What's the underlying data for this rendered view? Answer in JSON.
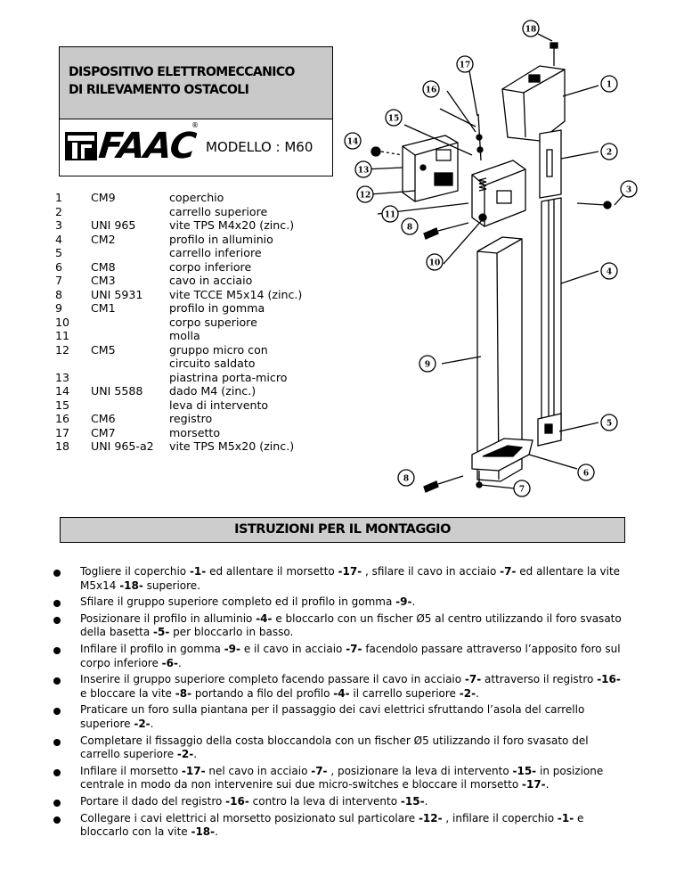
{
  "header": {
    "title_line1": "DISPOSITIVO ELETTROMECCANICO",
    "title_line2": "DI RILEVAMENTO OSTACOLI",
    "brand": "FAAC",
    "registered": "®",
    "model": "MODELLO : M60"
  },
  "parts": [
    {
      "n": "1",
      "code": "CM9",
      "desc": "coperchio"
    },
    {
      "n": "2",
      "code": "",
      "desc": "carrello superiore"
    },
    {
      "n": "3",
      "code": "UNI 965",
      "desc": "vite TPS M4x20 (zinc.)"
    },
    {
      "n": "4",
      "code": "CM2",
      "desc": "profilo in alluminio"
    },
    {
      "n": "5",
      "code": "",
      "desc": "carrello inferiore"
    },
    {
      "n": "6",
      "code": "CM8",
      "desc": "corpo inferiore"
    },
    {
      "n": "7",
      "code": "CM3",
      "desc": "cavo in acciaio"
    },
    {
      "n": "8",
      "code": "UNI 5931",
      "desc": "vite TCCE M5x14 (zinc.)"
    },
    {
      "n": "9",
      "code": "CM1",
      "desc": "profilo in gomma"
    },
    {
      "n": "10",
      "code": "",
      "desc": "corpo superiore"
    },
    {
      "n": "11",
      "code": "",
      "desc": "molla"
    },
    {
      "n": "12",
      "code": "CM5",
      "desc": "gruppo micro con"
    },
    {
      "n": "",
      "code": "",
      "desc": "circuito saldato"
    },
    {
      "n": "13",
      "code": "",
      "desc": "piastrina porta-micro"
    },
    {
      "n": "14",
      "code": "UNI 5588",
      "desc": "dado M4 (zinc.)"
    },
    {
      "n": "15",
      "code": "",
      "desc": "leva di intervento"
    },
    {
      "n": "16",
      "code": "CM6",
      "desc": "registro"
    },
    {
      "n": "17",
      "code": "CM7",
      "desc": "morsetto"
    },
    {
      "n": "18",
      "code": "UNI 965-a2",
      "desc": "vite TPS M5x20 (zinc.)"
    }
  ],
  "diagram": {
    "callouts": [
      "1",
      "2",
      "3",
      "4",
      "5",
      "6",
      "7",
      "8",
      "9",
      "10",
      "11",
      "12",
      "13",
      "14",
      "15",
      "16",
      "17",
      "18",
      "8"
    ]
  },
  "section_title": "ISTRUZIONI PER IL MONTAGGIO",
  "steps": [
    "Togliere il coperchio -1- ed allentare il morsetto -17- , sfilare il cavo in acciaio -7- ed allentare la vite M5x14 -18- superiore.",
    "Sfilare il gruppo superiore completo ed il profilo in gomma -9-.",
    "Posizionare il profilo in alluminio -4- e bloccarlo con un fischer Ø5 al centro utilizzando il foro svasato della basetta -5- per bloccarlo in basso.",
    "Infilare il profilo in gomma -9- e il cavo in acciaio -7- facendolo passare attraverso l’apposito foro sul corpo inferiore -6-.",
    "Inserire il gruppo superiore completo facendo passare il cavo in acciaio -7- attraverso il registro -16- e bloccare la vite -8- portando a filo del profilo -4- il carrello superiore -2-.",
    "Praticare un foro sulla piantana per il passaggio dei cavi elettrici sfruttando l’asola del carrello superiore -2-.",
    "Completare il fissaggio della costa bloccandola con un fischer  Ø5 utilizzando il foro svasato del carrello superiore -2-.",
    "Infilare il morsetto -17- nel cavo in acciaio -7- , posizionare la leva di intervento -15- in posizione centrale in modo da non intervenire sui due micro-switches e bloccare il morsetto -17-.",
    "Portare il dado del registro -16- contro la leva di intervento -15-.",
    "Collegare i cavi elettrici al morsetto posizionato sul particolare -12- , infilare il coperchio -1- e bloccarlo con la vite -18-."
  ]
}
